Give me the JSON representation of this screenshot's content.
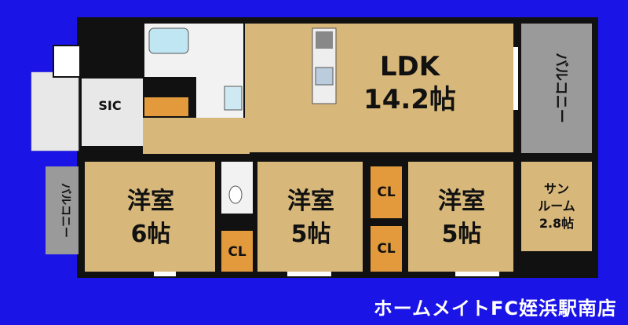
{
  "colors": {
    "background": "#1a14e6",
    "floor": "#d8b87a",
    "wall": "#111111",
    "tile": "#e8e8e8",
    "closet": "#e39a3c",
    "balcony": "#9a9a9a",
    "bath": "#f2f2f2"
  },
  "rooms": {
    "ldk": {
      "name": "LDK",
      "size": "14.2帖"
    },
    "western_6": {
      "name": "洋室",
      "size": "6帖"
    },
    "western_5a": {
      "name": "洋室",
      "size": "5帖"
    },
    "western_5b": {
      "name": "洋室",
      "size": "5帖"
    },
    "sunroom": {
      "name_line1": "サン",
      "name_line2": "ルーム",
      "size": "2.8帖"
    }
  },
  "storage": {
    "sic": "SIC",
    "cl_center": "CL",
    "cl_left": "CL",
    "cl_mid": "CL"
  },
  "balconies": {
    "right": "バルコニー",
    "left": "バルコニー"
  },
  "footer": {
    "company": "ホームメイトFC姪浜駅南店"
  }
}
